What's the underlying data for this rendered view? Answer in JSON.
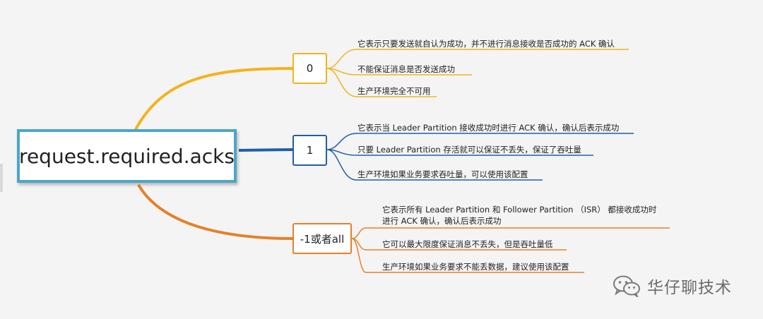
{
  "root": {
    "label": "request.required.acks"
  },
  "branches": [
    {
      "label": "0",
      "color": "#f2b41e",
      "leaves": [
        "它表示只要发送就自认为成功，并不进行消息接收是否成功的 ACK 确认",
        "不能保证消息是否发送成功",
        "生产环境完全不可用"
      ]
    },
    {
      "label": "1",
      "color": "#1f5faa",
      "leaves": [
        "它表示当 Leader Partition 接收成功时进行 ACK 确认，确认后表示成功",
        "只要 Leader Partition 存活就可以保证不丢失，保证了吞吐量",
        "生产环境如果业务要求吞吐量，可以使用该配置"
      ]
    },
    {
      "label": "-1或者all",
      "color": "#e6802a",
      "leaves": [
        "它表示所有 Leader Partition 和 Follower Partition （ISR） 都接收成功时",
        "进行 ACK 确认，确认后表示成功",
        "它可以最大限度保证消息不丢失，但是吞吐量低",
        "生产环境如果业务要求不能丢数据，建议使用该配置"
      ]
    }
  ],
  "watermark": {
    "text": "华仔聊技术",
    "icon": "wechat-icon"
  }
}
